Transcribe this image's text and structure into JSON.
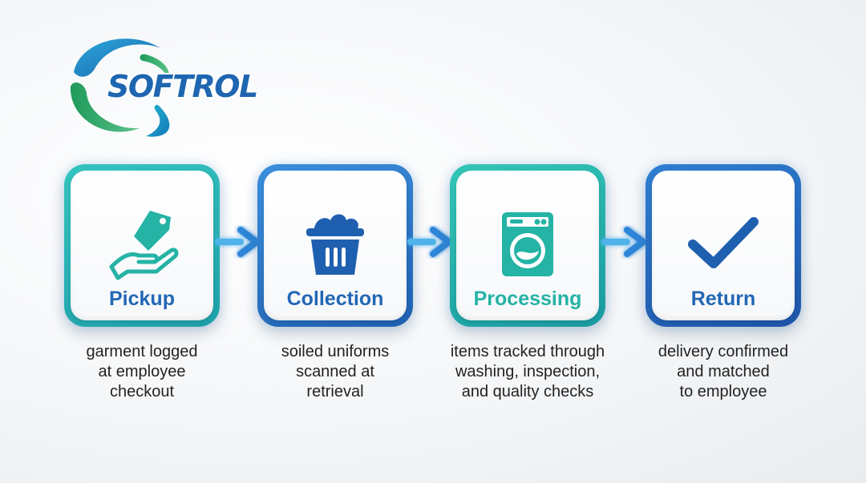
{
  "logo": {
    "text": "SOFTROL"
  },
  "steps": [
    {
      "label": "Pickup",
      "icon": "hand-tag-icon",
      "lines": [
        "garment logged",
        "at employee",
        "checkout"
      ]
    },
    {
      "label": "Collection",
      "icon": "laundry-basket-icon",
      "lines": [
        "soiled uniforms",
        "scanned at",
        "retrieval"
      ]
    },
    {
      "label": "Processing",
      "icon": "washing-machine-icon",
      "lines": [
        "items tracked through",
        "washing, inspection,",
        "and quality checks"
      ]
    },
    {
      "label": "Return",
      "icon": "checkmark-icon",
      "lines": [
        "delivery confirmed",
        "and matched",
        "to employee"
      ]
    }
  ],
  "colors": {
    "teal": "#25b3a5",
    "blue": "#2367b5",
    "logo_blue": "#1f66b1",
    "logo_green": "#2fa56a"
  }
}
